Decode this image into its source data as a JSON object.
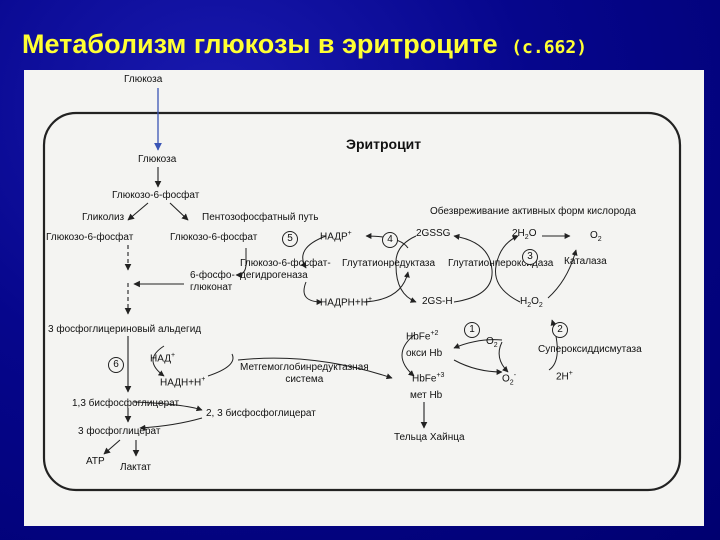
{
  "slide": {
    "title": "Метаболизм глюкозы в эритроците",
    "ref": "(с.662)"
  },
  "diagram": {
    "cell_label": "Эритроцит",
    "glucose_outside": "Глюкоза",
    "glucose_inside": "Глюкоза",
    "g6p_top": "Глюкозо-6-фосфат",
    "glycolysis": "Гликолиз",
    "ppp": "Пентозофосфатный путь",
    "g6p_left": "Глюкозо-6-фосфат",
    "g6p_right": "Глюкозо-6-фосфат",
    "phosphogluconate": "6-фосфо-\nглюконат",
    "g6pdh": "Глюкозо-6-фосфат-\nдегидрогеназа",
    "nadp": "НАДР",
    "nadph": "НАДРН+Н",
    "glutathione_reductase": "Глутатионредуктаза",
    "gssg": "2GSSG",
    "gsh": "2GS-H",
    "glutathione_peroxidase": "Глутатионпероксидаза",
    "water": "2Н",
    "water_o": "О",
    "peroxide": "H",
    "peroxide_o": "О",
    "catalase": "Каталаза",
    "oxygen_top": "О",
    "neutralization": "Обезвреживание активных форм кислорода",
    "glyceraldehyde": "3 фосфоглицериновый альдегид",
    "nad": "НАД",
    "nadh": "НАДН+Н",
    "methb_reductase": "Метгемоглобинредуктазная\nсистема",
    "hbfe2": "HbFe",
    "hbfe2_ox": "+2",
    "oxy_hb": "окси Hb",
    "hbfe3": "HbFe",
    "hbfe3_ox": "+3",
    "met_hb": "мет Hb",
    "o2": "О",
    "superoxide": "О",
    "sod": "Супероксиддисмутаза",
    "proton": "2Н",
    "heinz": "Тельца Хайнца",
    "bpg13": "1,3 бисфосфоглицерат",
    "bpg23": "2, 3 бисфосфоглицерат",
    "pg3": "3 фосфоглицерат",
    "atp": "АТР",
    "lactate": "Лактат",
    "nums": [
      "1",
      "2",
      "3",
      "4",
      "5",
      "6"
    ]
  }
}
